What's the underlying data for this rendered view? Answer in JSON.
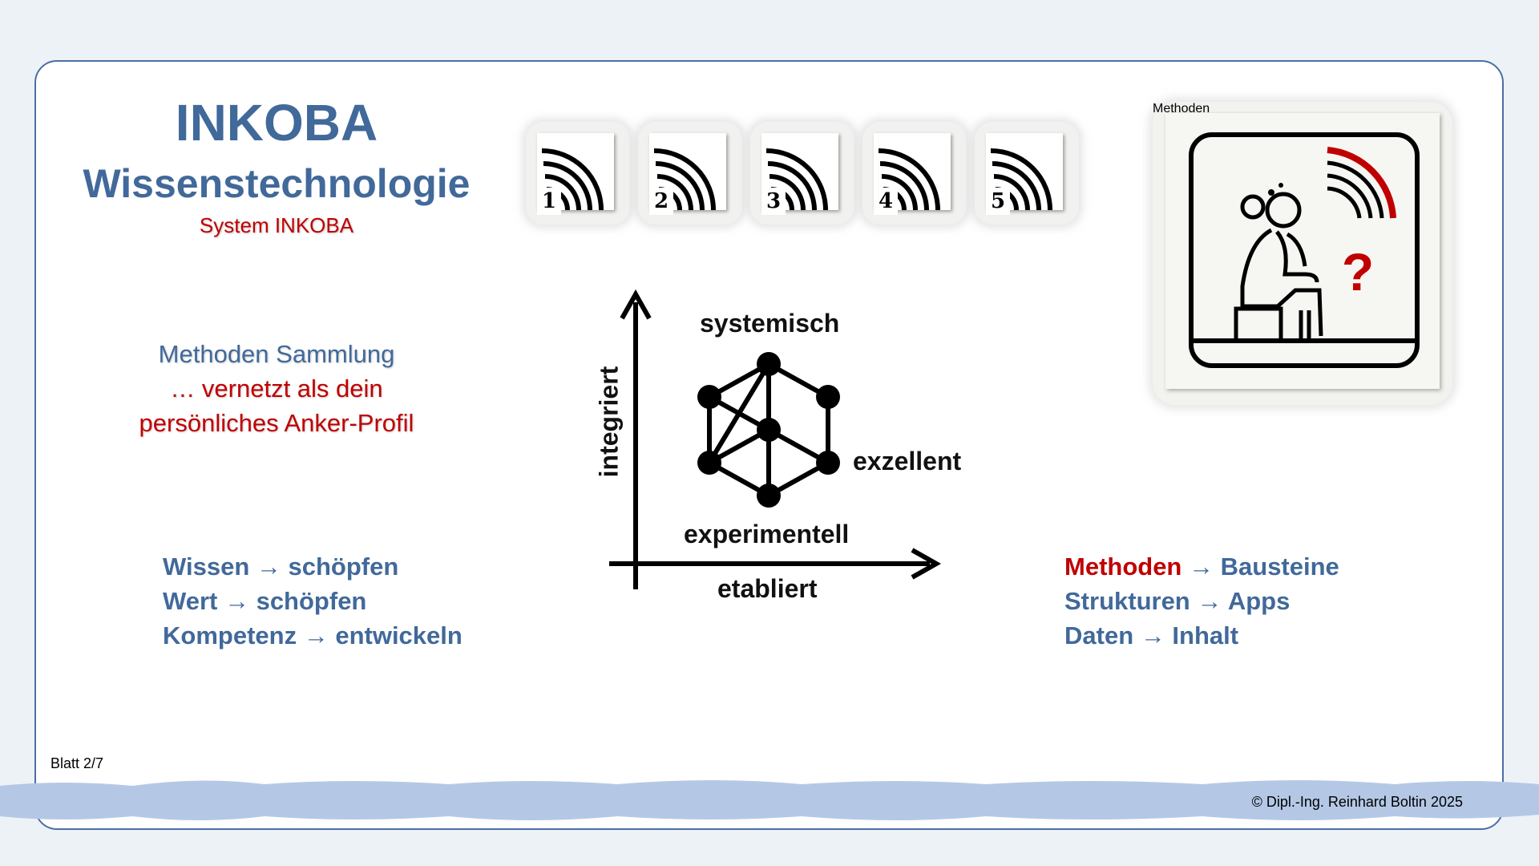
{
  "header": {
    "title": "INKOBA",
    "subtitle": "Wissenstechnologie",
    "system_label": "System INKOBA"
  },
  "methods_block": {
    "line1": "Methoden Sammlung",
    "line2": "… vernetzt als dein",
    "line3": "persönliches Anker-Profil"
  },
  "badges": [
    {
      "number": "1"
    },
    {
      "number": "2"
    },
    {
      "number": "3"
    },
    {
      "number": "4"
    },
    {
      "number": "5"
    }
  ],
  "diagram": {
    "label_top": "systemisch",
    "label_right": "exzellent",
    "label_bottom": "experimentell",
    "x_axis_label": "etabliert",
    "y_axis_label": "integriert"
  },
  "left_list": [
    {
      "from": "Wissen",
      "to": "schöpfen"
    },
    {
      "from": "Wert",
      "to": "schöpfen"
    },
    {
      "from": "Kompetenz",
      "to": "entwickeln"
    }
  ],
  "right_list": [
    {
      "from": "Methoden",
      "to": "Bausteine"
    },
    {
      "from": "Strukturen",
      "to": "Apps"
    },
    {
      "from": "Daten",
      "to": "Inhalt"
    }
  ],
  "arrow_glyph": "→",
  "thinker_card": {
    "tag": "Methoden",
    "question_mark": "?",
    "icon": "thinker-icon"
  },
  "footer": {
    "page": "Blatt 2/7",
    "copyright": "© Dipl.-Ing. Reinhard Boltin 2025"
  },
  "colors": {
    "blue": "#41699a",
    "red": "#c00000",
    "wave": "#b4c8e6",
    "background": "#edf2f7"
  }
}
